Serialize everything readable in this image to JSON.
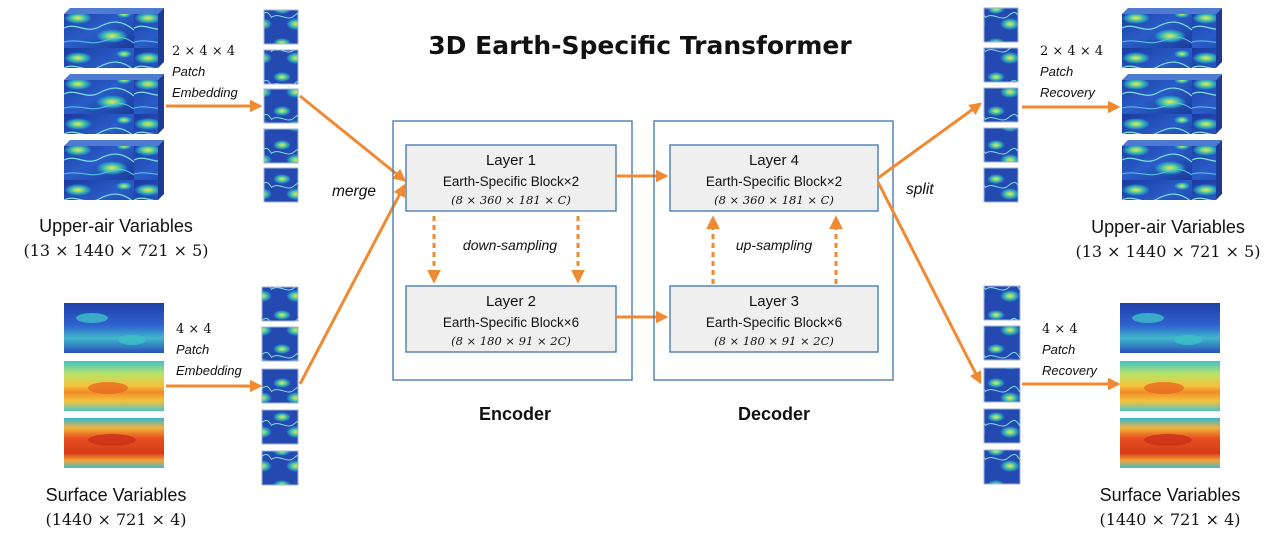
{
  "title": "3D Earth-Specific Transformer",
  "encoder": {
    "label": "Encoder",
    "layer1": {
      "title": "Layer 1",
      "block": "Earth-Specific Block×2",
      "dims": "(8 × 360 × 181 × C)"
    },
    "layer2": {
      "title": "Layer 2",
      "block": "Earth-Specific Block×6",
      "dims": "(8 × 180 × 91 × 2C)"
    },
    "sampling": "down-sampling"
  },
  "decoder": {
    "label": "Decoder",
    "layer4": {
      "title": "Layer 4",
      "block": "Earth-Specific Block×2",
      "dims": "(8 × 360 × 181 × C)"
    },
    "layer3": {
      "title": "Layer 3",
      "block": "Earth-Specific Block×6",
      "dims": "(8 × 180 × 91 × 2C)"
    },
    "sampling": "up-sampling"
  },
  "flow": {
    "merge": "merge",
    "split": "split"
  },
  "input": {
    "upper": {
      "name": "Upper-air Variables",
      "dims": "(13 × 1440 × 721 × 5)",
      "patch_dim": "2 × 4 × 4",
      "patch_word1": "Patch",
      "patch_word2": "Embedding"
    },
    "surface": {
      "name": "Surface Variables",
      "dims": "(1440 × 721 × 4)",
      "patch_dim": "4 × 4",
      "patch_word1": "Patch",
      "patch_word2": "Embedding"
    }
  },
  "output": {
    "upper": {
      "name": "Upper-air Variables",
      "dims": "(13 × 1440 × 721 × 5)",
      "patch_dim": "2 × 4 × 4",
      "patch_word1": "Patch",
      "patch_word2": "Recovery"
    },
    "surface": {
      "name": "Surface Variables",
      "dims": "(1440 × 721 × 4)",
      "patch_dim": "4 × 4",
      "patch_word1": "Patch",
      "patch_word2": "Recovery"
    }
  },
  "colors": {
    "arrow": "#f08a32",
    "box_border": "#4a7db5",
    "layer_fill": "#efefef",
    "field_low": "#1f3fa8",
    "field_mid": "#35c0c0",
    "field_high": "#e23a1c"
  }
}
